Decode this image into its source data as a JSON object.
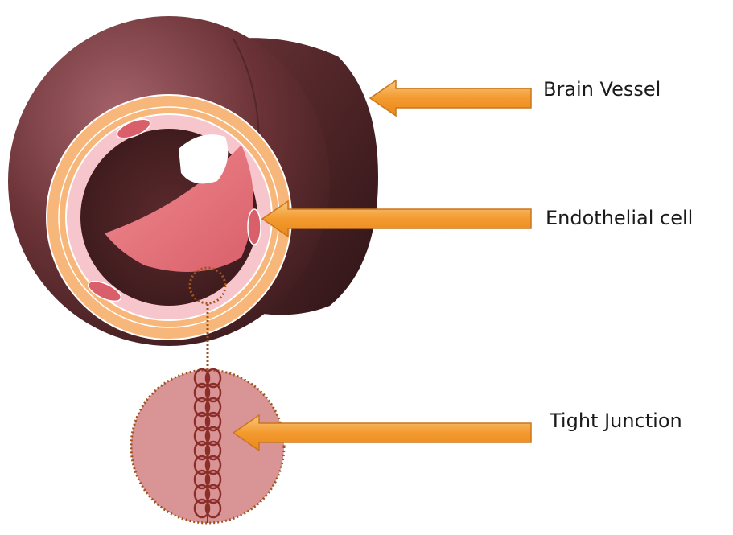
{
  "labels": {
    "brain_vessel": "Brain Vessel",
    "endothelial_cell": "Endothelial cell",
    "tight_junction": "Tight Junction"
  },
  "colors": {
    "vessel_outer": "#4a2326",
    "vessel_highlight": "#9b5a5e",
    "basement_ring": "#f7b77a",
    "endothelium": "#f6c6cc",
    "lumen_inner": "#e97d83",
    "arrow_fill": "#f3a23c",
    "arrow_edge": "#c9761c",
    "junction_circle": "#d99596",
    "junction_line": "#8b2e2a",
    "dotted_line": "#a0521d"
  },
  "icons": [
    "arrow-left-icon"
  ]
}
